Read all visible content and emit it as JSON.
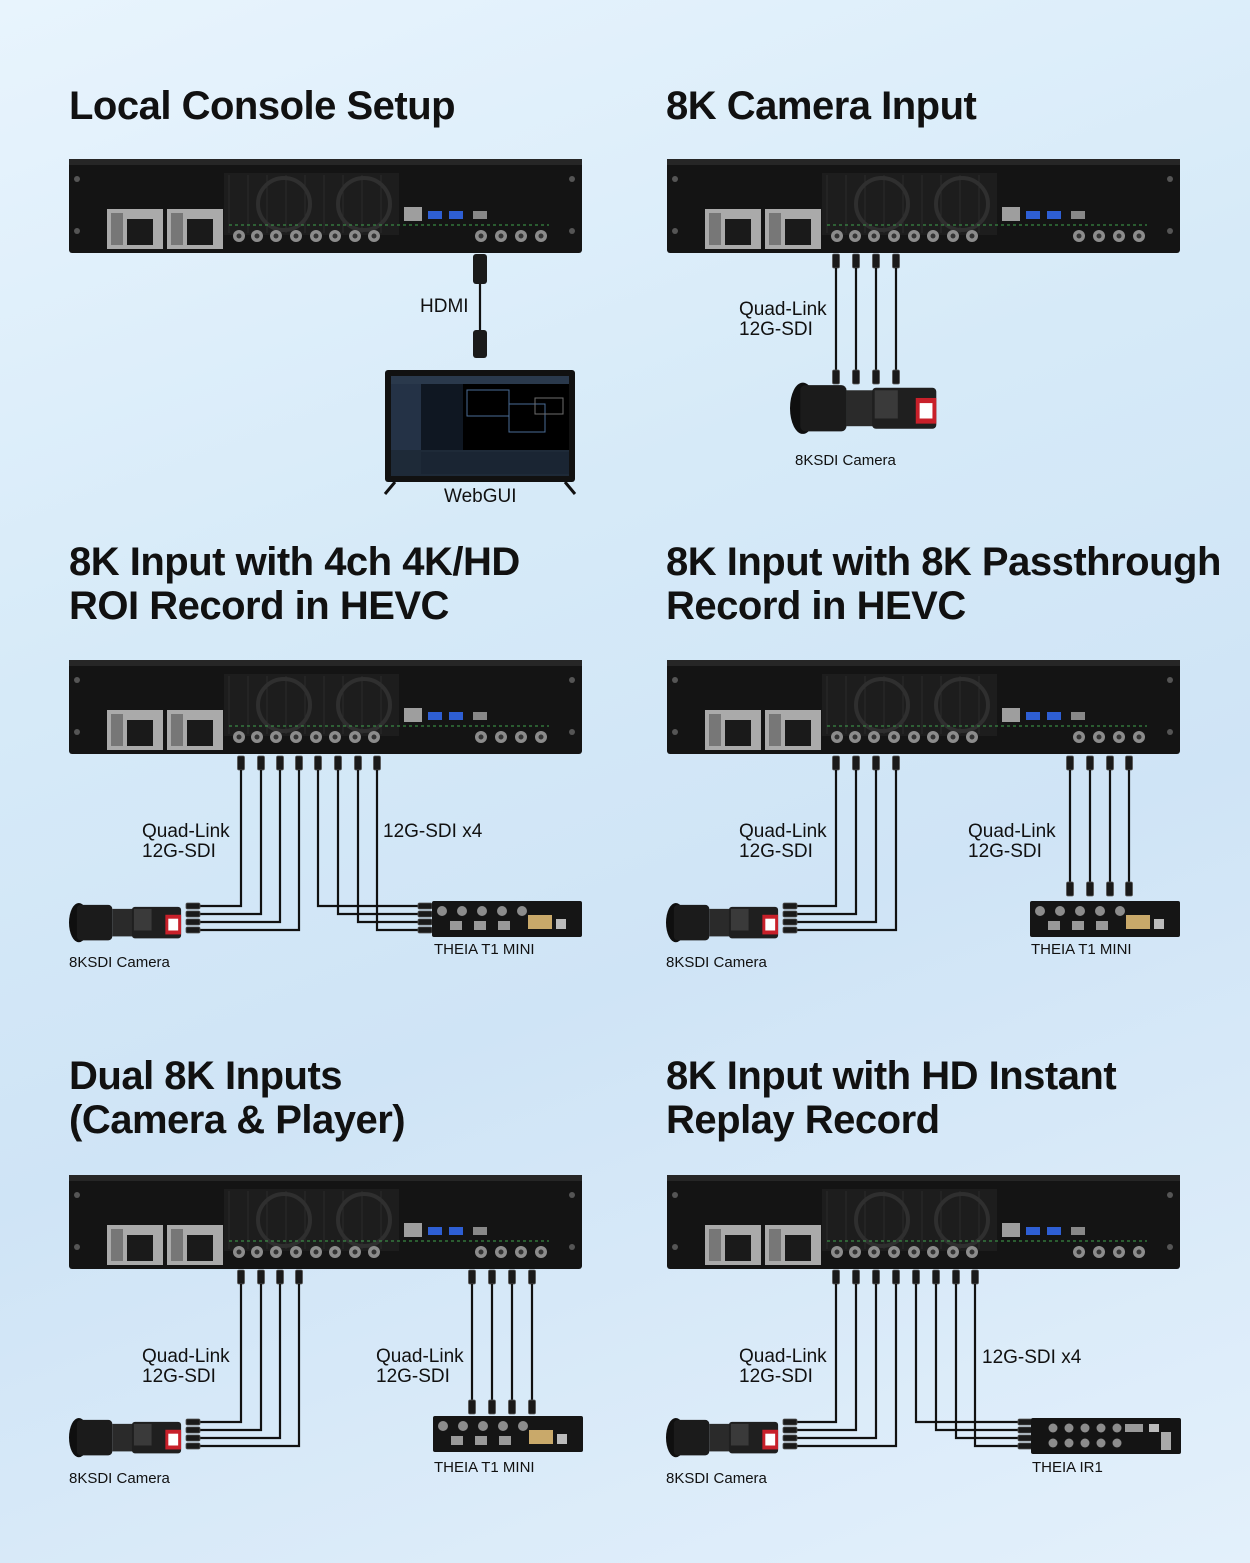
{
  "panels": [
    {
      "title_line1": "Local Console Setup",
      "title_line2": "",
      "cable_label": "HDMI",
      "device_label": "WebGUI"
    },
    {
      "title_line1": "8K Camera Input",
      "title_line2": "",
      "cable_line1": "Quad-Link",
      "cable_line2": "12G-SDI",
      "camera_label": "8KSDI Camera"
    },
    {
      "title_line1": "8K Input with 4ch 4K/HD",
      "title_line2": "ROI Record in HEVC",
      "cable_line1": "Quad-Link",
      "cable_line2": "12G-SDI",
      "output_label": "12G-SDI x4",
      "camera_label": "8KSDI Camera",
      "device_label": "THEIA T1 MINI"
    },
    {
      "title_line1": "8K Input with 8K Passthrough",
      "title_line2": "Record in HEVC",
      "cable_line1": "Quad-Link",
      "cable_line2": "12G-SDI",
      "output_line1": "Quad-Link",
      "output_line2": "12G-SDI",
      "camera_label": "8KSDI Camera",
      "device_label": "THEIA T1 MINI"
    },
    {
      "title_line1": "Dual 8K Inputs",
      "title_line2": "(Camera & Player)",
      "cable_line1": "Quad-Link",
      "cable_line2": "12G-SDI",
      "output_line1": "Quad-Link",
      "output_line2": "12G-SDI",
      "camera_label": "8KSDI Camera",
      "device_label": "THEIA T1 MINI"
    },
    {
      "title_line1": "8K Input with HD Instant",
      "title_line2": "Replay Record",
      "cable_line1": "Quad-Link",
      "cable_line2": "12G-SDI",
      "output_label": "12G-SDI x4",
      "camera_label": "8KSDI Camera",
      "device_label": "THEIA IR1"
    }
  ],
  "colors": {
    "chassis": "#141414",
    "port": "#8c8c8c",
    "cable": "#111111",
    "camera_accent": "#c8202a",
    "port_blue": "#2e5fd4",
    "port_green": "#3fa34d"
  }
}
